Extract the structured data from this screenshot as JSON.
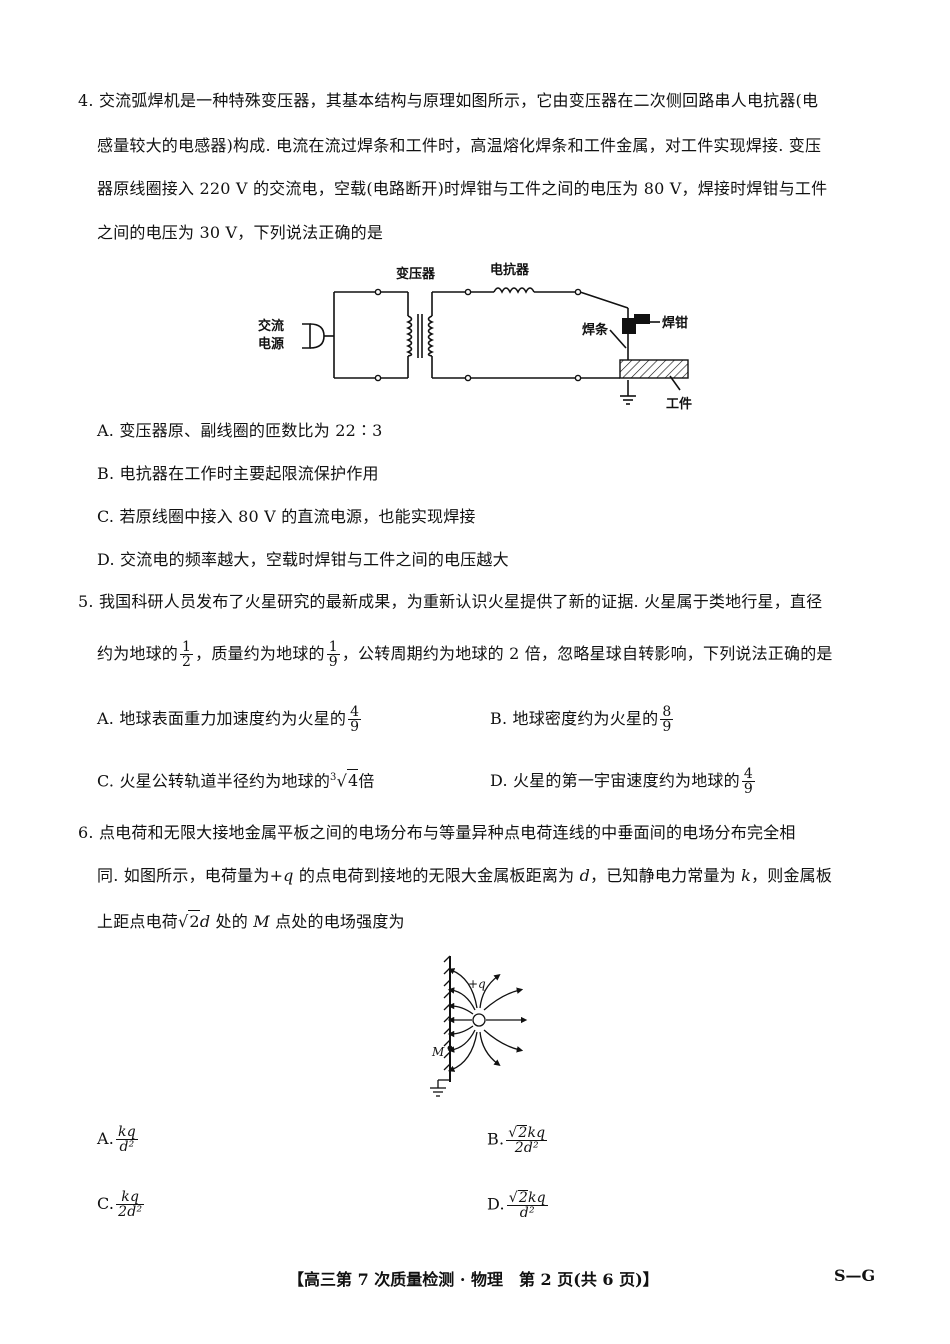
{
  "q4": {
    "lines": [
      "4. 交流弧焊机是一种特殊变压器，其基本结构与原理如图所示，它由变压器在二次侧回路串人电抗器(电",
      "感量较大的电感器)构成. 电流在流过焊条和工件时，高温熔化焊条和工件金属，对工件实现焊接. 变压",
      "器原线圈接入 220 V 的交流电，空载(电路断开)时焊钳与工件之间的电压为 80 V，焊接时焊钳与工件",
      "之间的电压为 30 V，下列说法正确的是"
    ],
    "figure": {
      "transformer": "变压器",
      "reactor": "电抗器",
      "ac_source_1": "交流",
      "ac_source_2": "电源",
      "rod": "焊条",
      "clamp": "焊钳",
      "workpiece": "工件"
    },
    "options": [
      "A. 变压器原、副线圈的匝数比为 22∶3",
      "B. 电抗器在工作时主要起限流保护作用",
      "C. 若原线圈中接入 80 V 的直流电源，也能实现焊接",
      "D. 交流电的频率越大，空载时焊钳与工件之间的电压越大"
    ]
  },
  "q5": {
    "line1": "5. 我国科研人员发布了火星研究的最新成果，为重新认识火星提供了新的证据. 火星属于类地行星，直径",
    "line2_a": "约为地球的",
    "line2_f1_num": "1",
    "line2_f1_den": "2",
    "line2_b": "，质量约为地球的",
    "line2_f2_num": "1",
    "line2_f2_den": "9",
    "line2_c": "，公转周期约为地球的 2 倍，忽略星球自转影响，下列说法正确的是",
    "optA_text": "A. 地球表面重力加速度约为火星的",
    "optA_num": "4",
    "optA_den": "9",
    "optB_text": "B. 地球密度约为火星的",
    "optB_num": "8",
    "optB_den": "9",
    "optC_text": "C. 火星公转轨道半径约为地球的",
    "optC_root_index": "3",
    "optC_root_value": "4",
    "optC_tail": "倍",
    "optD_text": "D. 火星的第一宇宙速度约为地球的",
    "optD_num": "4",
    "optD_den": "9"
  },
  "q6": {
    "line1": "6. 点电荷和无限大接地金属平板之间的电场分布与等量异种点电荷连线的中垂面间的电场分布完全相",
    "line2_a": "同. 如图所示，电荷量为",
    "line2_q": "+q",
    "line2_b": " 的点电荷到接地的无限大金属板距离为 ",
    "line2_d": "d",
    "line2_c": "，已知静电力常量为 ",
    "line2_k": "k",
    "line2_e": "，则金属板",
    "line3_a": "上距点电荷",
    "line3_root": "2",
    "line3_d": "d",
    "line3_b": " 处的 ",
    "line3_m": "M",
    "line3_c": " 点处的电场强度为",
    "figure": {
      "charge_label": "+q",
      "point_label": "M"
    },
    "optA_letter": "A.",
    "optA_num": "kq",
    "optA_den": "d²",
    "optB_letter": "B.",
    "optB_root": "2",
    "optB_num": "kq",
    "optB_den": "2d²",
    "optC_letter": "C.",
    "optC_num": "kq",
    "optC_den": "2d²",
    "optD_letter": "D.",
    "optD_root": "2",
    "optD_num": "kq",
    "optD_den": "d²"
  },
  "footer": {
    "title": "【高三第 7 次质量检测 · 物理　第 2 页(共 6 页)】",
    "code": "S—G"
  }
}
